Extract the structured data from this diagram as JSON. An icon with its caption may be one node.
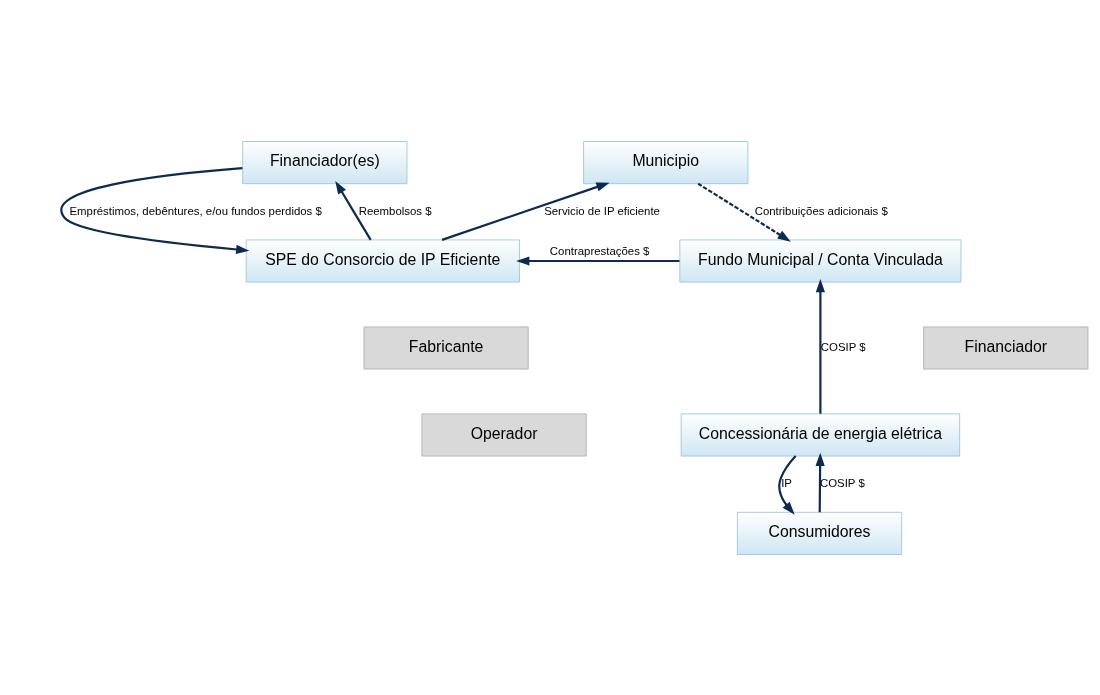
{
  "diagram": {
    "nodes": [
      {
        "text": [
          "Financiador(es)"
        ]
      },
      {
        "text": [
          "Municipio"
        ]
      },
      {
        "text": [
          "SPE do Consorcio de IP Eficiente"
        ]
      },
      {
        "text": [
          "Fundo Municipal / Conta Vinculada"
        ]
      },
      {
        "text": [
          "Fabricante"
        ]
      },
      {
        "text": [
          "Financiador"
        ]
      },
      {
        "text": [
          "Operador"
        ]
      },
      {
        "text": [
          "Concessionária de energia elétrica"
        ]
      },
      {
        "text": [
          "Consumidores"
        ]
      }
    ],
    "edges": [
      {
        "from": 0,
        "to": 2,
        "arrow": "to",
        "label": "Empréstimos, debêntures, e/ou fundos perdidos $"
      },
      {
        "from": 2,
        "to": 0,
        "arrow": "to",
        "label": "Reembolsos $"
      },
      {
        "from": 2,
        "to": 1,
        "arrow": "to",
        "label": "Servicio de IP eficiente"
      },
      {
        "from": 1,
        "to": 3,
        "arrow": "to",
        "label": "Contribuições adicionais $",
        "style": "dashed"
      },
      {
        "from": 3,
        "to": 2,
        "arrow": "to",
        "label": "Contraprestações $"
      },
      {
        "from": 7,
        "to": 3,
        "arrow": "to",
        "label": "COSIP $"
      },
      {
        "from": 7,
        "to": 8,
        "arrow": "to",
        "label": "IP"
      },
      {
        "from": 8,
        "to": 7,
        "arrow": "to",
        "label": "COSIP $"
      }
    ]
  }
}
